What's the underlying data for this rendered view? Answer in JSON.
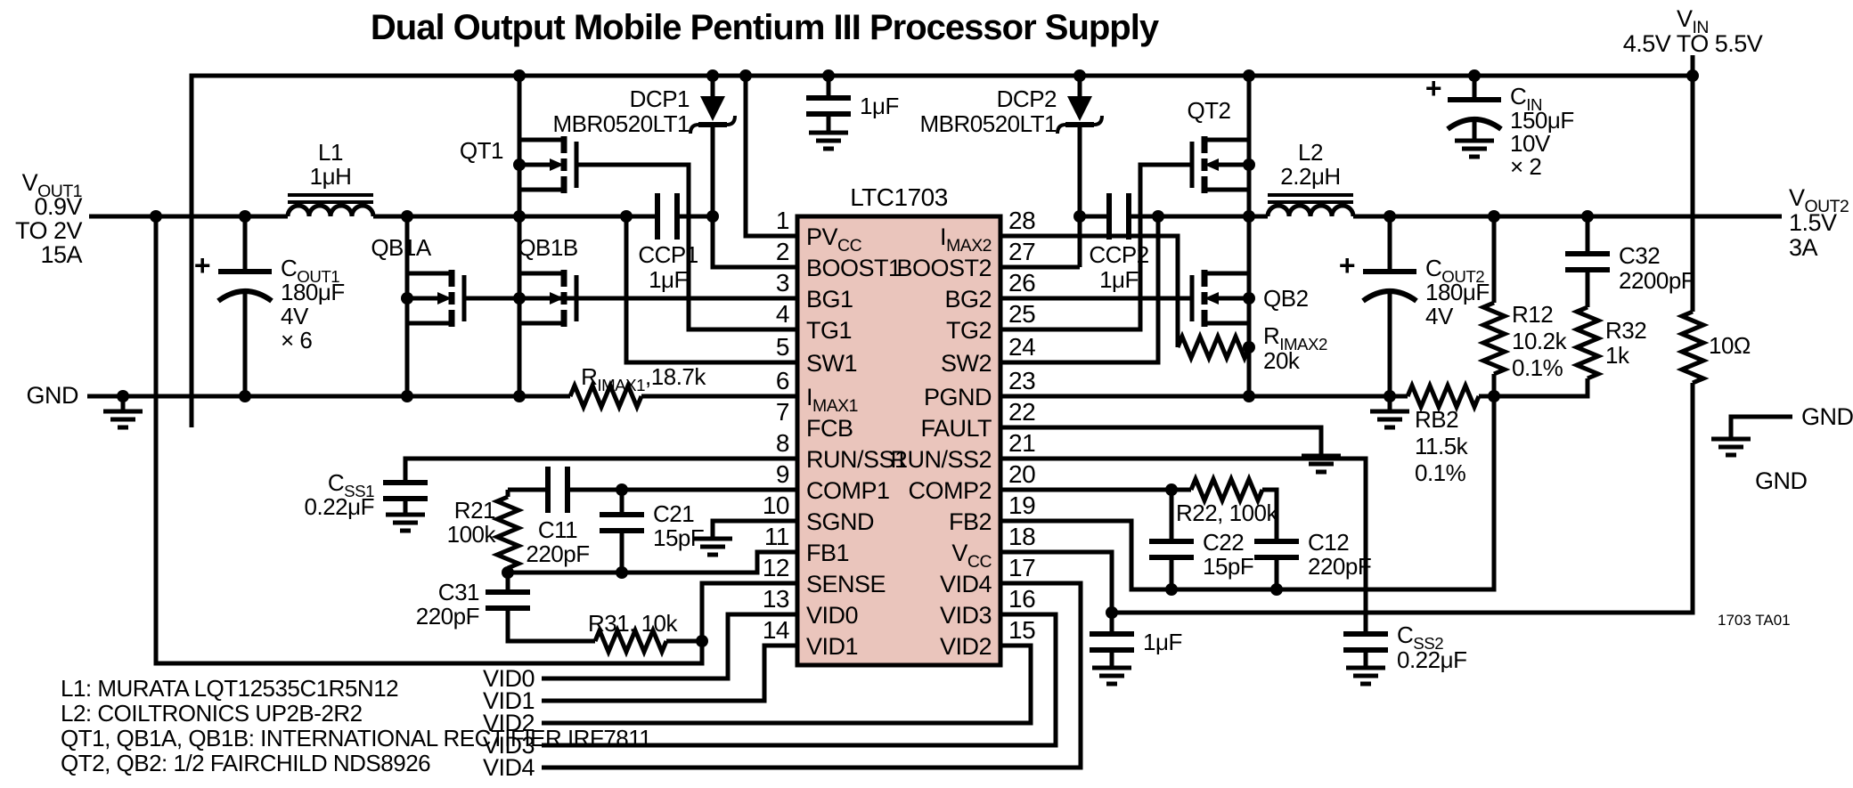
{
  "title": "Dual Output Mobile Pentium III Processor Supply",
  "tag": "1703 TA01",
  "plus": "+",
  "rails": {
    "vin": {
      "pre": "V",
      "sub": "IN",
      "range": "4.5V TO 5.5V"
    },
    "vout1": {
      "pre": "V",
      "sub": "OUT1",
      "v": "0.9V",
      "to": "TO 2V",
      "i": "15A"
    },
    "vout2": {
      "pre": "V",
      "sub": "OUT2",
      "v": "1.5V",
      "i": "3A"
    },
    "gnd": "GND"
  },
  "ic": {
    "name": "LTC1703",
    "left": [
      {
        "n": "1",
        "pre": "PV",
        "sub": "CC"
      },
      {
        "n": "2",
        "pre": "BOOST1",
        "sub": ""
      },
      {
        "n": "3",
        "pre": "BG1",
        "sub": ""
      },
      {
        "n": "4",
        "pre": "TG1",
        "sub": ""
      },
      {
        "n": "5",
        "pre": "SW1",
        "sub": ""
      },
      {
        "n": "6",
        "pre": "I",
        "sub": "MAX1"
      },
      {
        "n": "7",
        "pre": "FCB",
        "sub": ""
      },
      {
        "n": "8",
        "pre": "RUN/SS1",
        "sub": ""
      },
      {
        "n": "9",
        "pre": "COMP1",
        "sub": ""
      },
      {
        "n": "10",
        "pre": "SGND",
        "sub": ""
      },
      {
        "n": "11",
        "pre": "FB1",
        "sub": ""
      },
      {
        "n": "12",
        "pre": "SENSE",
        "sub": ""
      },
      {
        "n": "13",
        "pre": "VID0",
        "sub": ""
      },
      {
        "n": "14",
        "pre": "VID1",
        "sub": ""
      }
    ],
    "right": [
      {
        "n": "28",
        "pre": "I",
        "sub": "MAX2"
      },
      {
        "n": "27",
        "pre": "BOOST2",
        "sub": ""
      },
      {
        "n": "26",
        "pre": "BG2",
        "sub": ""
      },
      {
        "n": "25",
        "pre": "TG2",
        "sub": ""
      },
      {
        "n": "24",
        "pre": "SW2",
        "sub": ""
      },
      {
        "n": "23",
        "pre": "PGND",
        "sub": ""
      },
      {
        "n": "22",
        "pre": "FAULT",
        "sub": ""
      },
      {
        "n": "21",
        "pre": "RUN/SS2",
        "sub": ""
      },
      {
        "n": "20",
        "pre": "COMP2",
        "sub": ""
      },
      {
        "n": "19",
        "pre": "FB2",
        "sub": ""
      },
      {
        "n": "18",
        "pre": "V",
        "sub": "CC"
      },
      {
        "n": "17",
        "pre": "VID4",
        "sub": ""
      },
      {
        "n": "16",
        "pre": "VID3",
        "sub": ""
      },
      {
        "n": "15",
        "pre": "VID2",
        "sub": ""
      }
    ]
  },
  "fets": {
    "qt1": "QT1",
    "qb1a": "QB1A",
    "qb1b": "QB1B",
    "qt2": "QT2",
    "qb2": "QB2"
  },
  "diodes": {
    "dcp1": {
      "name": "DCP1",
      "part": "MBR0520LT1"
    },
    "dcp2": {
      "name": "DCP2",
      "part": "MBR0520LT1"
    }
  },
  "inductors": {
    "l1": {
      "name": "L1",
      "value": "1μH"
    },
    "l2": {
      "name": "L2",
      "value": "2.2μH"
    }
  },
  "caps": {
    "cin": {
      "pre": "C",
      "sub": "IN",
      "l1": "150μF",
      "l2": "10V",
      "l3": "× 2"
    },
    "cout1": {
      "pre": "C",
      "sub": "OUT1",
      "l1": "180μF",
      "l2": "4V",
      "l3": "× 6"
    },
    "cout2": {
      "pre": "C",
      "sub": "OUT2",
      "l1": "180μF",
      "l2": "4V"
    },
    "ccp1": {
      "name": "CCP1",
      "value": "1μF"
    },
    "ccp2": {
      "name": "CCP2",
      "value": "1μF"
    },
    "bypass_top": "1μF",
    "vcc_bypass": "1μF",
    "css1": {
      "pre": "C",
      "sub": "SS1",
      "value": "0.22μF"
    },
    "css2": {
      "pre": "C",
      "sub": "SS2",
      "value": "0.22μF"
    },
    "c11": {
      "name": "C11",
      "value": "220pF"
    },
    "c21": {
      "name": "C21",
      "value": "15pF"
    },
    "c31": {
      "name": "C31",
      "value": "220pF"
    },
    "c12": {
      "name": "C12",
      "value": "220pF"
    },
    "c22": {
      "name": "C22",
      "value": "15pF"
    },
    "c32": {
      "name": "C32",
      "value": "2200pF"
    }
  },
  "resistors": {
    "rimax1": {
      "pre": "R",
      "sub": "IMAX1",
      "rest": ",18.7k"
    },
    "rimax2": {
      "pre": "R",
      "sub": "IMAX2",
      "value": "20k"
    },
    "r21": {
      "name": "R21",
      "value": "100k"
    },
    "r31": "R31, 10k",
    "r22": "R22, 100k",
    "r12": {
      "name": "R12",
      "l1": "10.2k",
      "l2": "0.1%"
    },
    "r32": {
      "name": "R32",
      "value": "1k"
    },
    "rb2": {
      "name": "RB2",
      "l1": "11.5k",
      "l2": "0.1%"
    },
    "rvcc": "10Ω"
  },
  "vid": [
    "VID0",
    "VID1",
    "VID2",
    "VID3",
    "VID4"
  ],
  "notes": [
    "L1: MURATA LQT12535C1R5N12",
    "L2: COILTRONICS UP2B-2R2",
    "QT1, QB1A, QB1B: INTERNATIONAL RECTIFIER IRF7811",
    "QT2, QB2: 1/2 FAIRCHILD NDS8926"
  ],
  "colors": {
    "ic_fill": "#eac5bc",
    "wire": "#000000",
    "bg": "#ffffff"
  }
}
